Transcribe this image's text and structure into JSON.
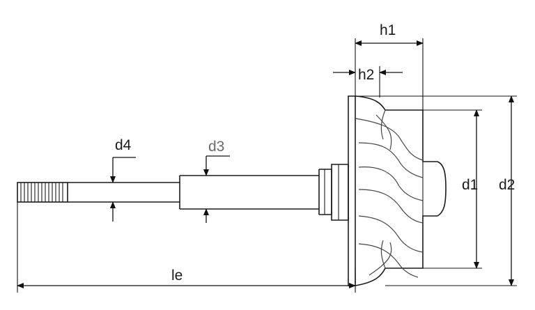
{
  "labels": {
    "h1": "h1",
    "h2": "h2",
    "d1": "d1",
    "d2": "d2",
    "d3": "d3",
    "d4": "d4",
    "le": "le"
  }
}
